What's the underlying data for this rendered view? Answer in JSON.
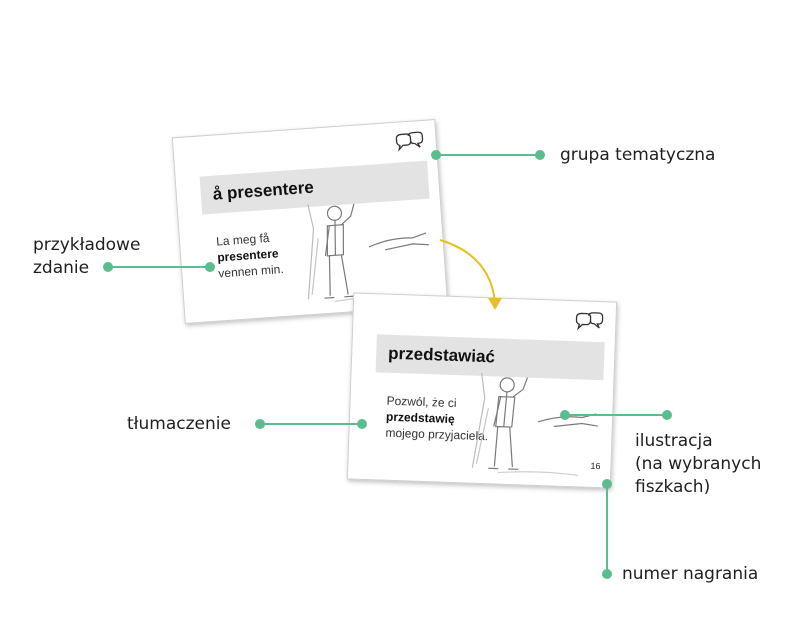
{
  "card_front": {
    "headword": "å presentere",
    "sentence_before": "La meg få",
    "sentence_keyword": "presentere",
    "sentence_after": "vennen min."
  },
  "card_back": {
    "headword": "przedstawiać",
    "sentence_before": "Pozwól, że ci",
    "sentence_keyword": "przedstawię",
    "sentence_after": "mojego przyjaciela.",
    "recording_number": "16"
  },
  "labels": {
    "theme_group": "grupa tematyczna",
    "example_sentence": "przykładowe\nzdanie",
    "translation": "tłumaczenie",
    "illustration": "ilustracja\n(na wybranych\nfiszkach)",
    "recording_number": "numer nagrania"
  },
  "colors": {
    "callout_line": "#5bbd8e",
    "flip_arrow": "#e8c020",
    "headword_band": "#e3e3e3"
  },
  "icons": {
    "theme_group": "speech-bubbles-icon",
    "flip": "curved-arrow-icon"
  }
}
